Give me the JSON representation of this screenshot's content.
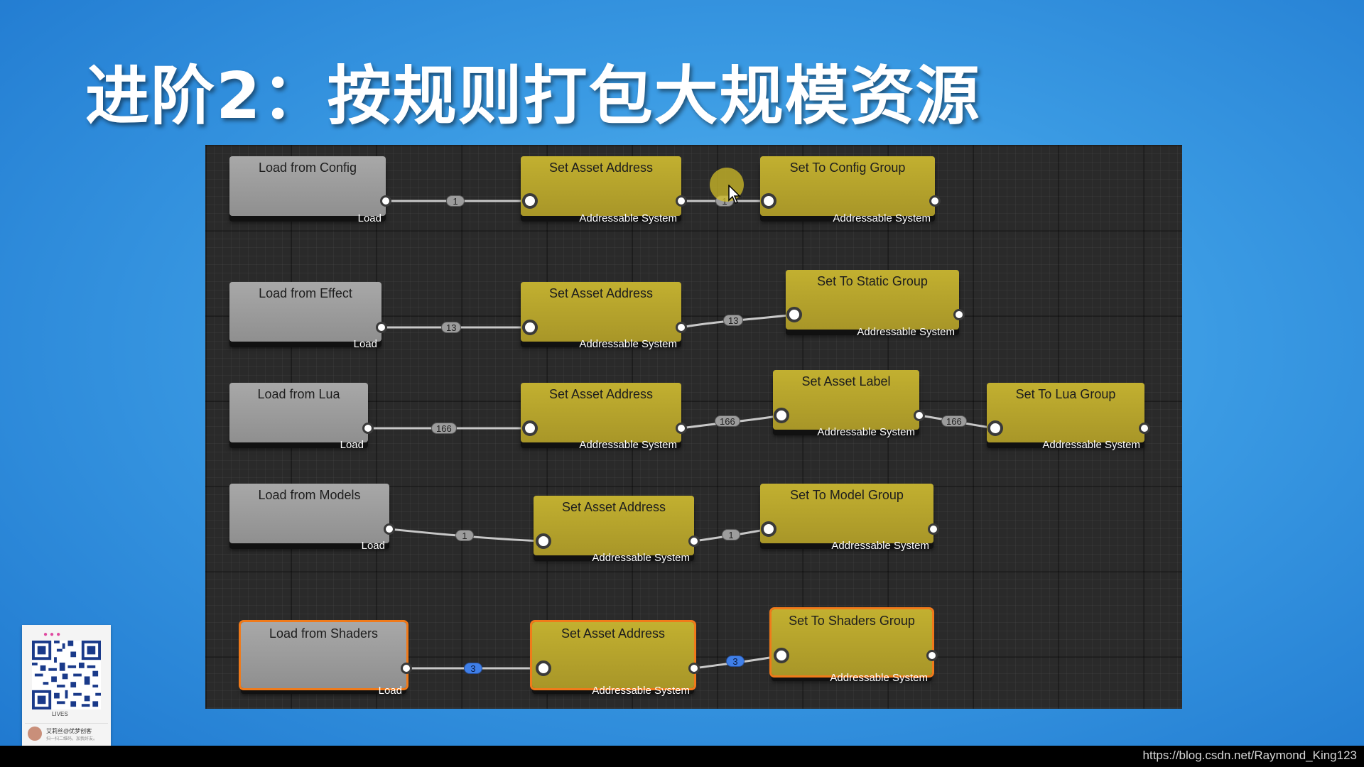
{
  "slide": {
    "title": "进阶2：按规则打包大规模资源"
  },
  "graph": {
    "nodes": [
      {
        "title": "Load from Config",
        "subtitle": "Load"
      },
      {
        "title": "Set Asset Address",
        "subtitle": "Addressable System"
      },
      {
        "title": "Set To Config Group",
        "subtitle": "Addressable System"
      },
      {
        "title": "Load from Effect",
        "subtitle": "Load"
      },
      {
        "title": "Set Asset Address",
        "subtitle": "Addressable System"
      },
      {
        "title": "Set  To Static Group",
        "subtitle": "Addressable System"
      },
      {
        "title": "Load from Lua",
        "subtitle": "Load"
      },
      {
        "title": "Set Asset Address",
        "subtitle": "Addressable System"
      },
      {
        "title": "Set Asset Label",
        "subtitle": "Addressable System"
      },
      {
        "title": "Set To Lua Group",
        "subtitle": "Addressable System"
      },
      {
        "title": "Load from Models",
        "subtitle": "Load"
      },
      {
        "title": "Set Asset Address",
        "subtitle": "Addressable System"
      },
      {
        "title": "Set To Model Group",
        "subtitle": "Addressable System"
      },
      {
        "title": "Load from Shaders",
        "subtitle": "Load"
      },
      {
        "title": "Set Asset Address",
        "subtitle": "Addressable System"
      },
      {
        "title": "Set To Shaders Group",
        "subtitle": "Addressable System"
      }
    ],
    "edges": [
      {
        "count": "1"
      },
      {
        "count": "1"
      },
      {
        "count": "13"
      },
      {
        "count": "13"
      },
      {
        "count": "166"
      },
      {
        "count": "166"
      },
      {
        "count": "166"
      },
      {
        "count": "1"
      },
      {
        "count": "1"
      },
      {
        "count": "3"
      },
      {
        "count": "3"
      }
    ]
  },
  "qr_card": {
    "caption": "LIVES",
    "name": "艾莉丝@优梦创客",
    "subtitle": "扫一扫二维码，加我好友。"
  },
  "footer": {
    "watermark": "https://blog.csdn.net/Raymond_King123"
  },
  "colors": {
    "load_node": "#9c9c9c",
    "addressable_node": "#b5a32c",
    "selected_outline": "#f07a1a",
    "edge_badge_selected": "#3f7fe8"
  },
  "icons": {
    "cursor": "mouse-pointer-icon",
    "qr": "qr-code-icon"
  }
}
